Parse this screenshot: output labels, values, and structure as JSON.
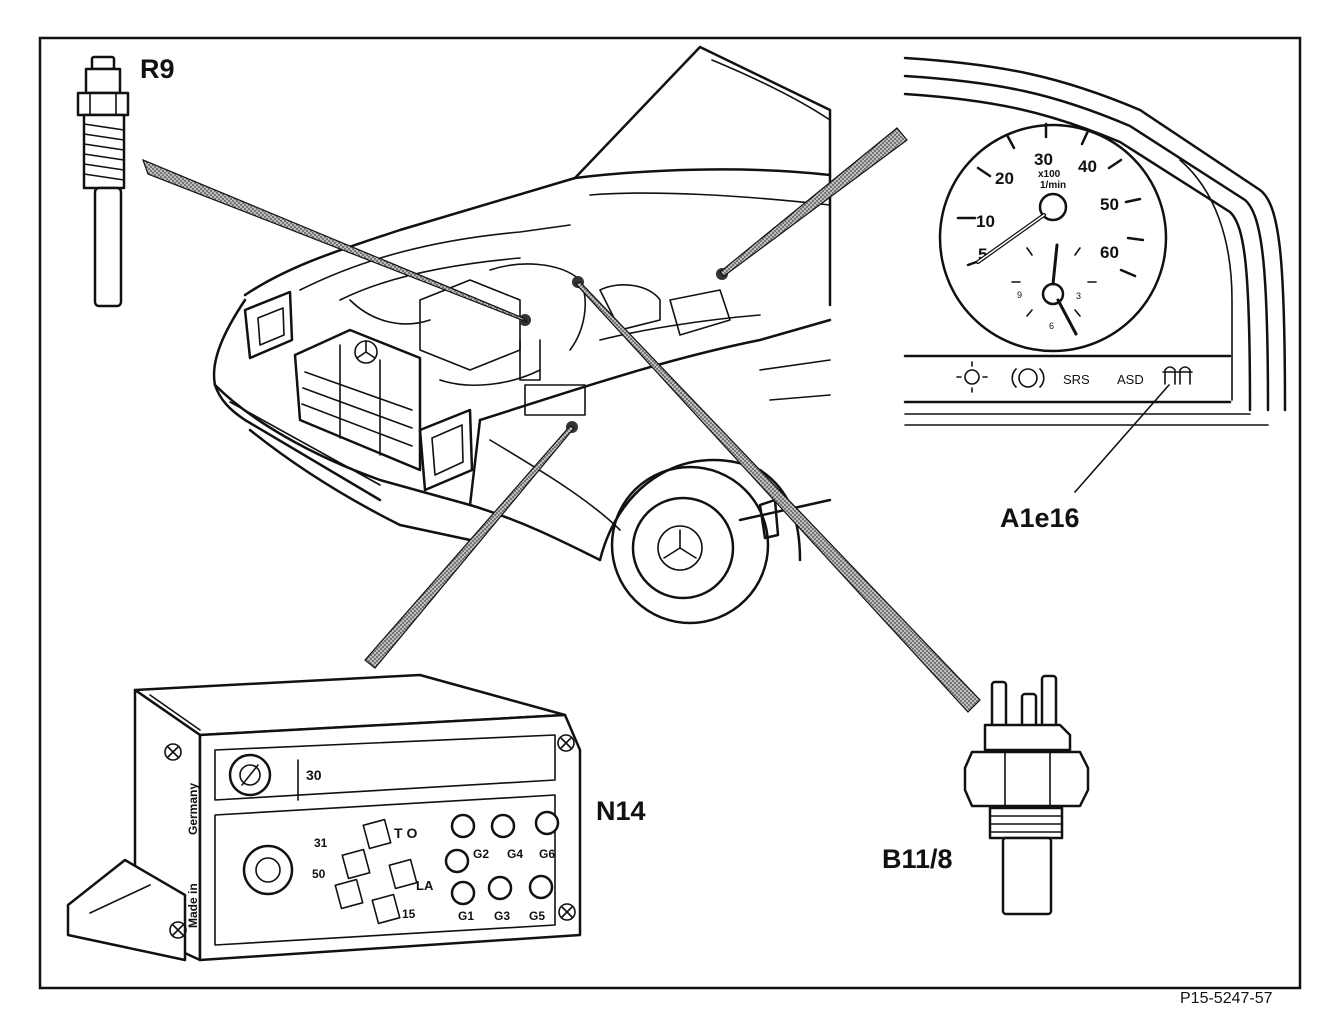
{
  "labels": {
    "glow_plug": "R9",
    "control_unit": "N14",
    "coolant_sensor": "B11/8",
    "indicator_lamp": "A1e16",
    "figure_id": "P15-5247-57"
  },
  "tachometer": {
    "ticks": [
      "5",
      "10",
      "20",
      "30",
      "40",
      "50",
      "60"
    ],
    "unit_line1": "x100",
    "unit_line2": "1/min"
  },
  "clock": {
    "ticks": [
      "9",
      "3",
      "6"
    ]
  },
  "warning_lamps": {
    "srs": "SRS",
    "asd": "ASD"
  },
  "control_unit_markings": {
    "made_in": "Made in",
    "germany": "Germany",
    "t30": "30",
    "t31": "31",
    "t50": "50",
    "to": "T O",
    "la": "LA",
    "t15": "15",
    "g1": "G1",
    "g2": "G2",
    "g3": "G3",
    "g4": "G4",
    "g5": "G5",
    "g6": "G6"
  }
}
